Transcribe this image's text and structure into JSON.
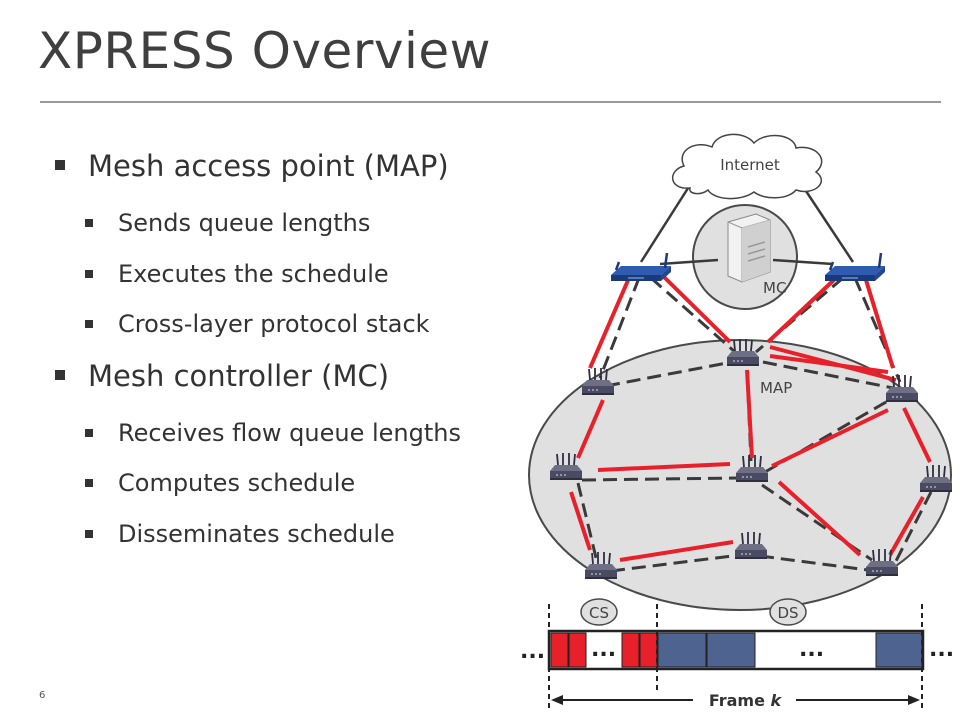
{
  "slide": {
    "title": "XPRESS Overview",
    "page_number": "6"
  },
  "bullets": {
    "map_heading": "Mesh access point (MAP)",
    "map_items": [
      "Sends queue lengths",
      "Executes the schedule",
      "Cross-layer protocol stack"
    ],
    "mc_heading": "Mesh controller (MC)",
    "mc_items": [
      "Receives flow queue lengths",
      "Computes schedule",
      "Disseminates schedule"
    ]
  },
  "diagram": {
    "internet_label": "Internet",
    "mc_label": "MC",
    "map_label": "MAP",
    "cs_label": "CS",
    "ds_label": "DS",
    "ellipsis": "...",
    "frame_label": "Frame ",
    "frame_var": "k",
    "colors": {
      "wireless_link": "#e8202a",
      "wired_link": "#3a3a3a",
      "mesh_area": "#e0e0e0",
      "cs_slot": "#e8202a",
      "ds_slot": "#4f6391"
    }
  }
}
